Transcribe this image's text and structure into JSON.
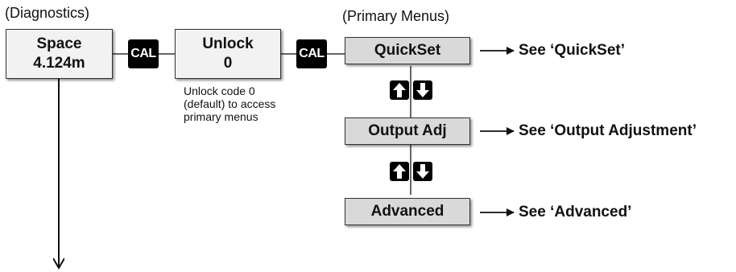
{
  "headings": {
    "diagnostics": "(Diagnostics)",
    "primary_menus": "(Primary Menus)"
  },
  "boxes": {
    "space": {
      "line1": "Space",
      "line2": "4.124m"
    },
    "unlock": {
      "line1": "Unlock",
      "line2": "0"
    },
    "quickset": "QuickSet",
    "output_adj": "Output Adj",
    "advanced": "Advanced"
  },
  "badges": {
    "cal": "CAL"
  },
  "unlock_note": "Unlock code 0\n(default) to access\nprimary menus",
  "references": {
    "quickset": "See ‘QuickSet’",
    "output_adj": "See ‘Output Adjustment’",
    "advanced": "See ‘Advanced’"
  },
  "icons": [
    "up-arrow-key-icon",
    "down-arrow-key-icon"
  ],
  "colors": {
    "box_fill": "#f2f2f2",
    "menu_fill": "#d9d9d9",
    "badge": "#000000"
  }
}
